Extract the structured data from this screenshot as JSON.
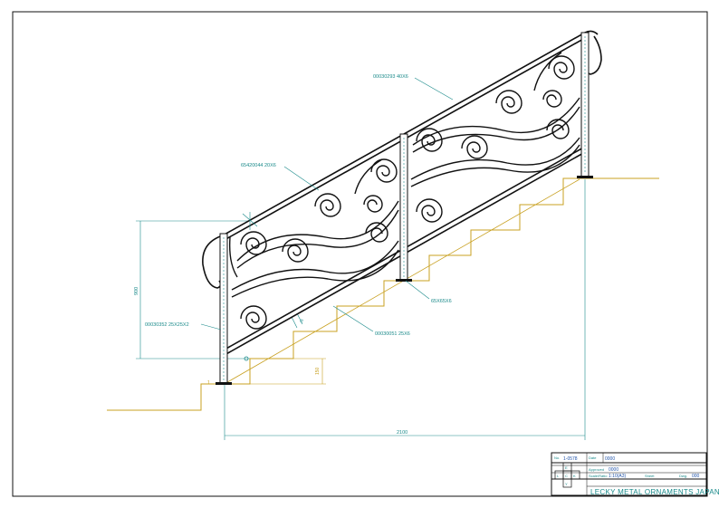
{
  "labels": {
    "top_rail": "00030293 40X6",
    "scroll_bar": "65420044 20X6",
    "post_left": "00030352 25X25X2",
    "base_plate": "65X65X6",
    "lower_rail": "00030051 25X6",
    "height_dim": "900",
    "length_dim": "2100",
    "step_height_dim": "150",
    "rail_offset_dim": "25"
  },
  "title_block": {
    "no_label": "No.",
    "no_value": "1-0578",
    "date_label": "Date",
    "date_value": "0000",
    "approved_label": "Approved",
    "approved_value": "0000",
    "scale_label": "Scale/Ratio",
    "scale_value": "1:10(A3)",
    "sheet_label": "Sheet",
    "dwg_label": "Dwg.",
    "dwg_value": "000",
    "logo_l": "L",
    "logo_e": "E",
    "logo_c": "C",
    "logo_k": "K",
    "logo_y": "Y",
    "company": "LECKY METAL ORNAMENTS JAPAN"
  },
  "colors": {
    "teal": "#1a8a8a",
    "ink": "#111111",
    "stair": "#c8a020",
    "title_text": "#2255aa"
  }
}
